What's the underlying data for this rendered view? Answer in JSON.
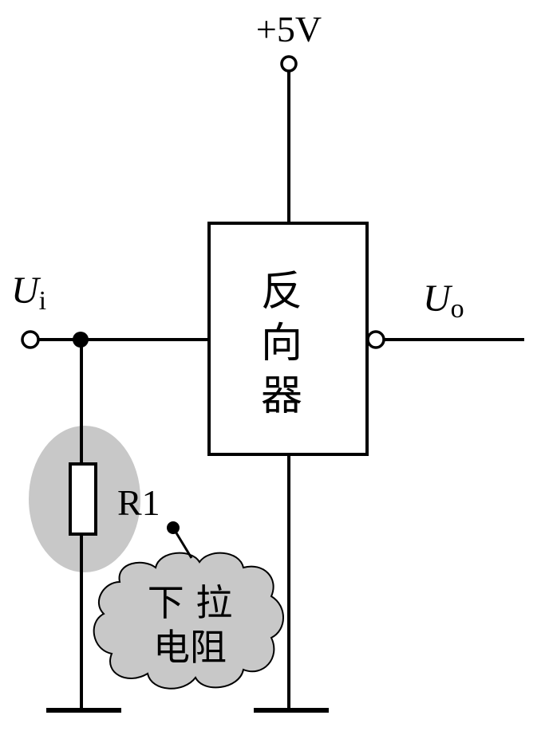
{
  "supply": {
    "label": "+5V"
  },
  "input": {
    "symbol": "U",
    "subscript": "i"
  },
  "output": {
    "symbol": "U",
    "subscript": "o"
  },
  "inverter": {
    "lines": [
      "反",
      "向",
      "器"
    ]
  },
  "resistor": {
    "label": "R1"
  },
  "callout": {
    "lines": [
      "下 拉",
      "电阻"
    ]
  },
  "colors": {
    "highlight": "#c8c8c8",
    "line": "#000000"
  }
}
